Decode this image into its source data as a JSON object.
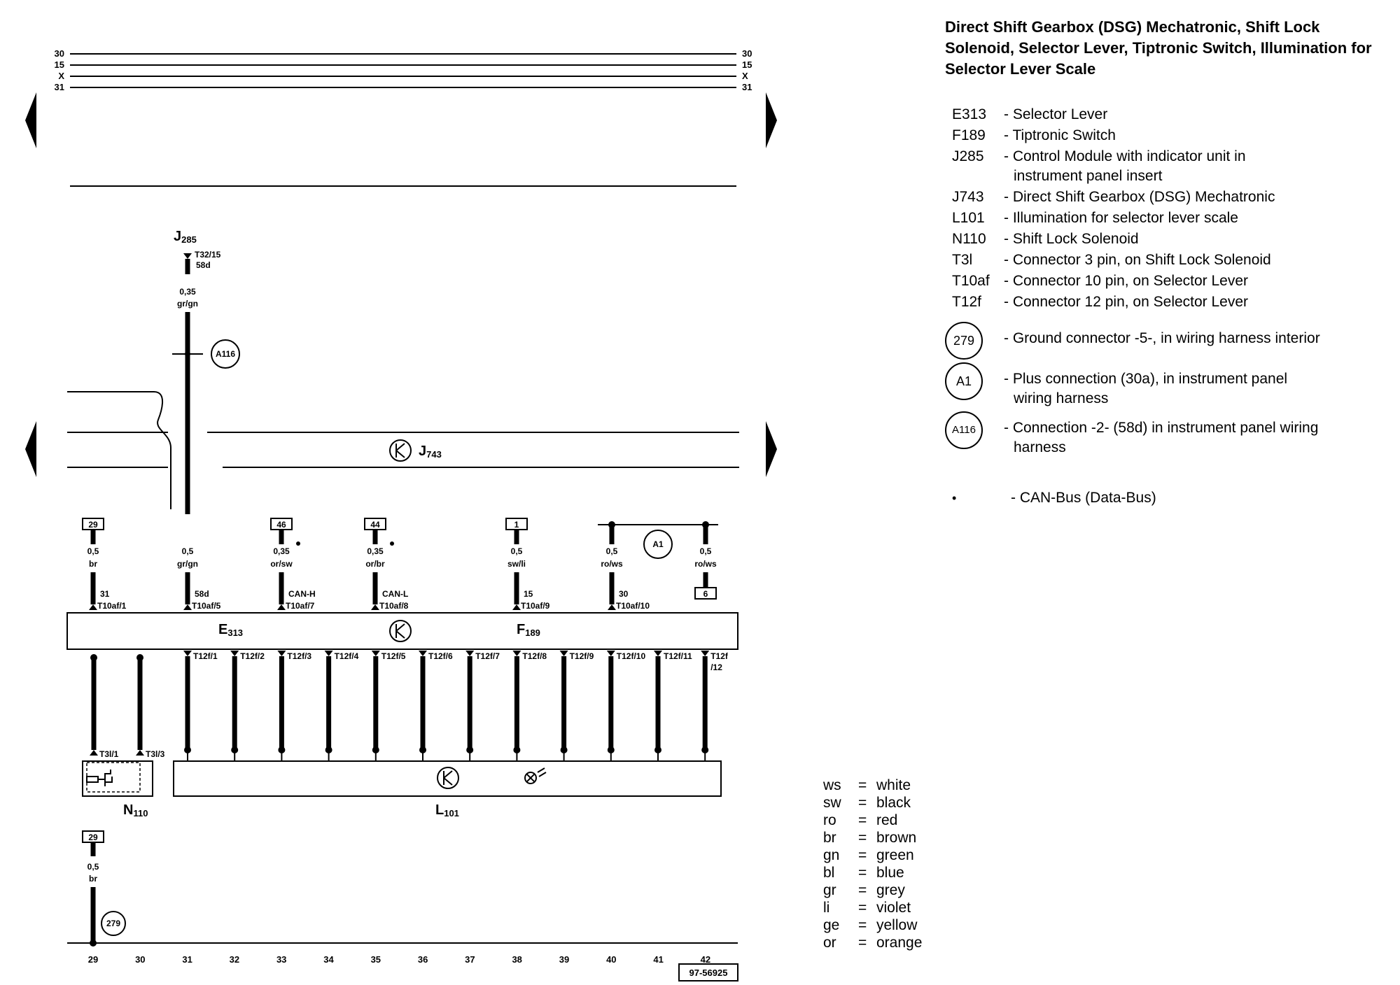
{
  "title": "Direct Shift Gearbox (DSG) Mechatronic, Shift Lock Solenoid, Selector Lever, Tiptronic Switch, Illumination for Selector Lever Scale",
  "bus_labels": [
    "30",
    "15",
    "X",
    "31"
  ],
  "components": {
    "J285": {
      "letter": "J",
      "sub": "285"
    },
    "J743": {
      "letter": "J",
      "sub": "743"
    },
    "E313": {
      "letter": "E",
      "sub": "313"
    },
    "F189": {
      "letter": "F",
      "sub": "189"
    },
    "N110": {
      "letter": "N",
      "sub": "110"
    },
    "L101": {
      "letter": "L",
      "sub": "101"
    }
  },
  "j285_wire": {
    "pin": "T32/15",
    "signal": "58d",
    "gauge": "0,35",
    "color": "gr/gn"
  },
  "junction_circles": {
    "a116": "A116",
    "a1": "A1",
    "ground": "279"
  },
  "upper_wires": [
    {
      "id": "w29",
      "box": "29",
      "gauge": "0,5",
      "color": "br",
      "signal": "31",
      "pin": "T10af/1"
    },
    {
      "id": "w31",
      "box": "",
      "gauge": "0,5",
      "color": "gr/gn",
      "signal": "58d",
      "pin": "T10af/5"
    },
    {
      "id": "w33",
      "box": "46",
      "gauge": "0,35",
      "color": "or/sw",
      "signal": "CAN-H",
      "pin": "T10af/7",
      "can": true
    },
    {
      "id": "w35",
      "box": "44",
      "gauge": "0,35",
      "color": "or/br",
      "signal": "CAN-L",
      "pin": "T10af/8",
      "can": true
    },
    {
      "id": "w38",
      "box": "1",
      "gauge": "0,5",
      "color": "sw/li",
      "signal": "15",
      "pin": "T10af/9"
    },
    {
      "id": "w40",
      "box": "",
      "gauge": "0,5",
      "color": "ro/ws",
      "signal": "30",
      "pin": "T10af/10"
    },
    {
      "id": "w42",
      "box": "",
      "gauge": "0,5",
      "color": "ro/ws",
      "signal": "",
      "pin": ""
    }
  ],
  "w42_ref_box": "6",
  "lower_pins": [
    "T12f/1",
    "T12f/2",
    "T12f/3",
    "T12f/4",
    "T12f/5",
    "T12f/6",
    "T12f/7",
    "T12f/8",
    "T12f/9",
    "T12f/10",
    "T12f/11",
    "T12f"
  ],
  "lower_pin_suffix": "/12",
  "n110_pins": [
    "T3l/1",
    "T3l/3"
  ],
  "ground_wire": {
    "box": "29",
    "gauge": "0,5",
    "color": "br"
  },
  "bottom_numbers": [
    "29",
    "30",
    "31",
    "32",
    "33",
    "34",
    "35",
    "36",
    "37",
    "38",
    "39",
    "40",
    "41",
    "42"
  ],
  "ref_number": "97-56925",
  "legend": [
    {
      "code": "E313",
      "desc": "- Selector Lever"
    },
    {
      "code": "F189",
      "desc": "- Tiptronic Switch"
    },
    {
      "code": "J285",
      "desc": "- Control Module with indicator unit in",
      "desc2": "instrument panel insert"
    },
    {
      "code": "J743",
      "desc": "- Direct Shift Gearbox (DSG) Mechatronic"
    },
    {
      "code": "L101",
      "desc": "- Illumination for selector lever scale"
    },
    {
      "code": "N110",
      "desc": "- Shift Lock Solenoid"
    },
    {
      "code": "T3l",
      "desc": "- Connector 3 pin, on Shift Lock Solenoid"
    },
    {
      "code": "T10af",
      "desc": "- Connector 10 pin, on Selector Lever"
    },
    {
      "code": "T12f",
      "desc": "- Connector 12 pin, on Selector Lever"
    }
  ],
  "legend_circles": [
    {
      "code": "279",
      "desc": "- Ground connector -5-, in wiring harness interior"
    },
    {
      "code": "A1",
      "desc": "- Plus connection (30a), in instrument panel",
      "desc2": "wiring harness"
    },
    {
      "code": "A116",
      "desc": "- Connection -2- (58d) in instrument panel wiring",
      "desc2": "harness"
    }
  ],
  "can_note": {
    "mark": "•",
    "desc": "- CAN-Bus (Data-Bus)"
  },
  "color_key": [
    {
      "code": "ws",
      "name": "white"
    },
    {
      "code": "sw",
      "name": "black"
    },
    {
      "code": "ro",
      "name": "red"
    },
    {
      "code": "br",
      "name": "brown"
    },
    {
      "code": "gn",
      "name": "green"
    },
    {
      "code": "bl",
      "name": "blue"
    },
    {
      "code": "gr",
      "name": "grey"
    },
    {
      "code": "li",
      "name": "violet"
    },
    {
      "code": "ge",
      "name": "yellow"
    },
    {
      "code": "or",
      "name": "orange"
    }
  ]
}
